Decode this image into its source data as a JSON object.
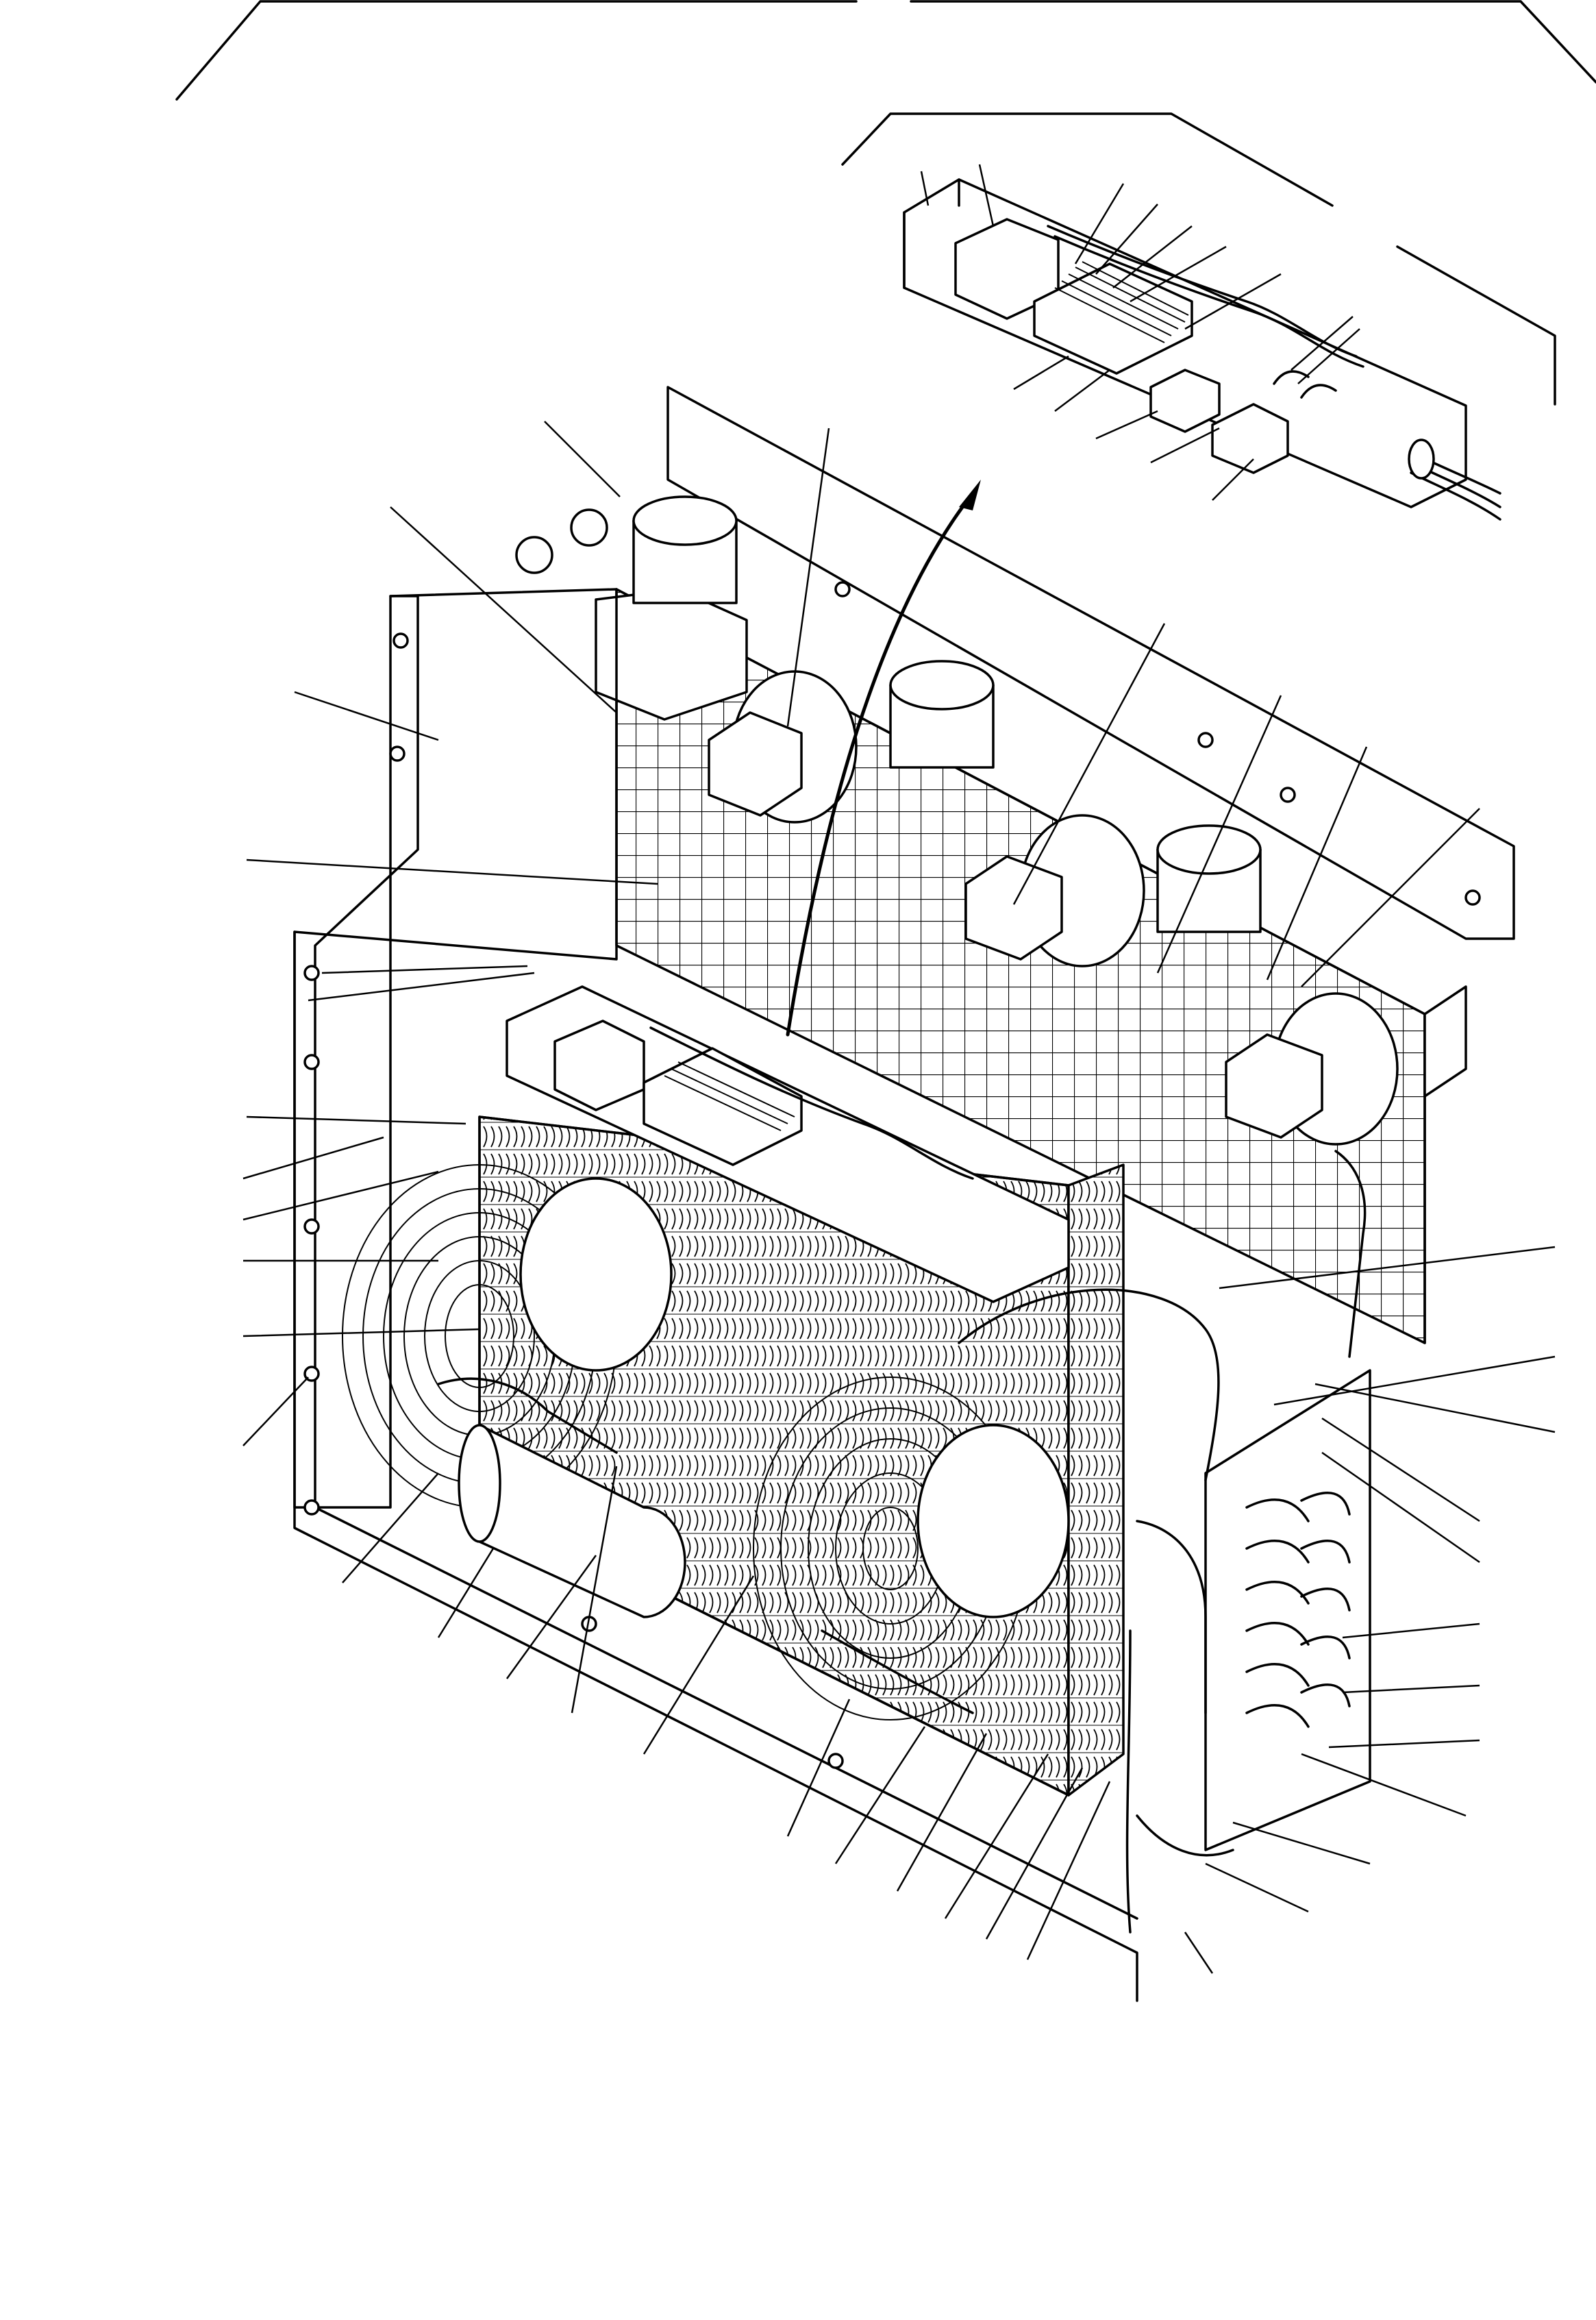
{
  "figure": {
    "kind": "exploded-view-line-drawing",
    "subject_icon": "air-conditioner-condenser-assembly",
    "detail_icon": "terminal-board-detail",
    "line_color": "#000000",
    "background": "#ffffff"
  }
}
